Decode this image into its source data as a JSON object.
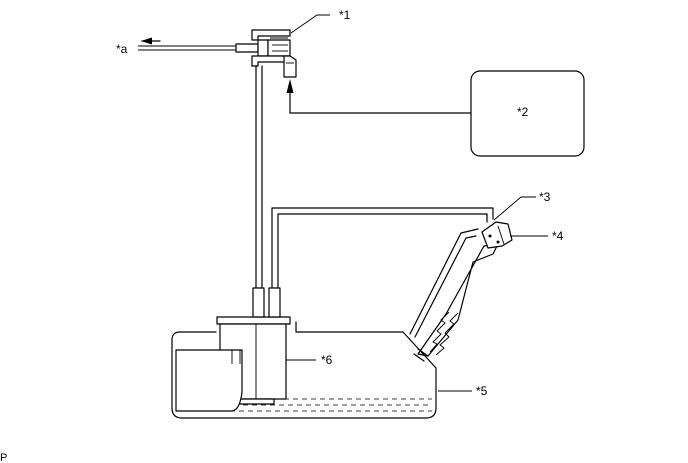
{
  "labels": {
    "callout_1": "*1",
    "callout_2": "*2",
    "callout_3": "*3",
    "callout_4": "*4",
    "callout_5": "*5",
    "callout_6": "*6",
    "callout_a": "*a"
  },
  "corner_label": "P"
}
